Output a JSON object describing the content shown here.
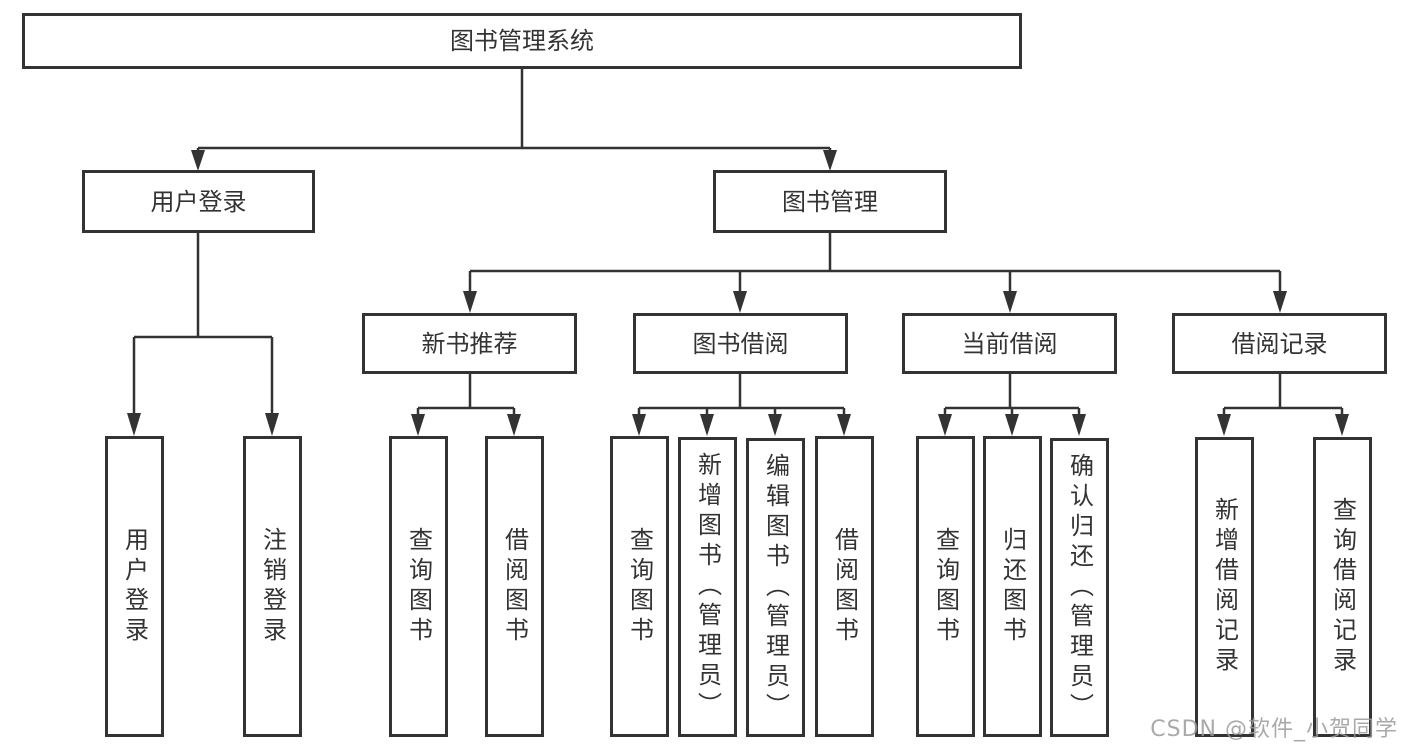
{
  "tree": {
    "root": "图书管理系统",
    "branches": [
      {
        "label": "用户登录",
        "children": [
          "用户登录",
          "注销登录"
        ]
      },
      {
        "label": "图书管理",
        "children": [
          {
            "label": "新书推荐",
            "children": [
              "查询图书",
              "借阅图书"
            ]
          },
          {
            "label": "图书借阅",
            "children": [
              "查询图书",
              "新增图书（管理员）",
              "编辑图书（管理员）",
              "借阅图书"
            ]
          },
          {
            "label": "当前借阅",
            "children": [
              "查询图书",
              "归还图书",
              "确认归还（管理员）"
            ]
          },
          {
            "label": "借阅记录",
            "children": [
              "新增借阅记录",
              "查询借阅记录"
            ]
          }
        ]
      }
    ]
  },
  "watermark": {
    "text": "CSDN @软件_小贺同学"
  },
  "colors": {
    "line": "#333333",
    "box_border": "#333333",
    "text": "#333333",
    "watermark": "#9b9b9b",
    "background": "#ffffff"
  }
}
